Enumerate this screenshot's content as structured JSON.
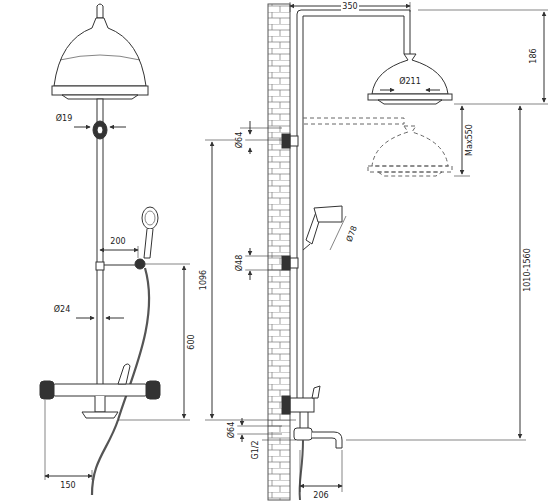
{
  "diagram": {
    "labels": [
      "350",
      "186",
      "Ø211",
      "Ø19",
      "Ø64",
      "Ø78",
      "Max550",
      "1010-1560",
      "1096",
      "Ø48",
      "200",
      "600",
      "Ø24",
      "150",
      "Ø64",
      "G1/2",
      "206"
    ]
  }
}
